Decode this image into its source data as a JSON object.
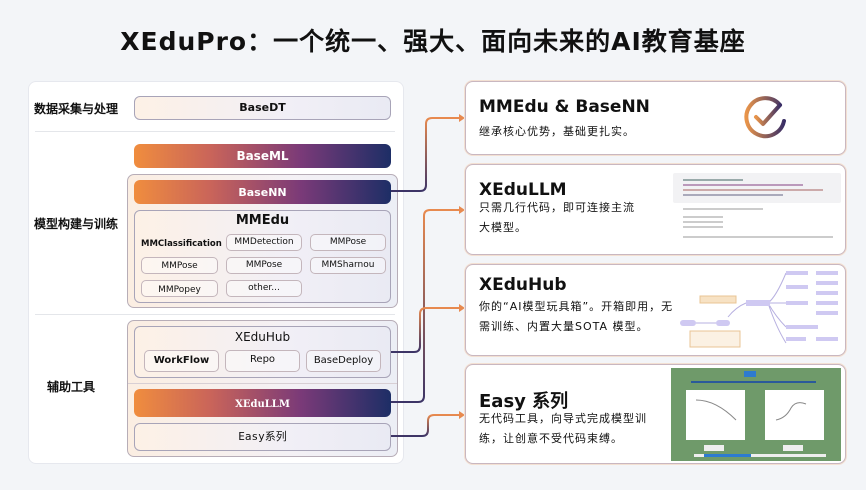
{
  "title": "XEduPro：一个统一、强大、面向未来的AI教育基座",
  "sections": {
    "data": "数据采集与处理",
    "model": "模型构建与训练",
    "tools": "辅助工具"
  },
  "basedt": "BaseDT",
  "baseml": "BaseML",
  "basenn": "BaseNN",
  "mmedu": {
    "title": "MMEdu",
    "chips": [
      "MMClassification",
      "MMDetection",
      "MMPose",
      "MMPose",
      "MMPose",
      "MMSharnou",
      "MMPopey",
      "other..."
    ]
  },
  "xeduhub": {
    "title": "XEduHub",
    "chips": [
      "WorkFlow",
      "Repo",
      "BaseDeploy"
    ]
  },
  "xedullm": "XEduLLM",
  "easy": "Easy系列",
  "cards": [
    {
      "title": "MMEdu  & BaseNN",
      "desc": "继承核心优势，基础更扎实。",
      "image": "check-circle-icon"
    },
    {
      "title": "XEduLLM",
      "desc": "只需几行代码，即可连接主流大模型。",
      "image": "code-screenshot"
    },
    {
      "title": "XEduHub",
      "desc": "你的“AI模型玩具箱”。开箱即用，无需训练、内置大量SOTA 模型。",
      "image": "mindmap-screenshot"
    },
    {
      "title": "Easy 系列",
      "desc": "无代码工具，向导式完成模型训练，让创意不受代码束缚。",
      "image": "app-screenshot"
    }
  ],
  "colors": {
    "orange": "#f08d3e",
    "purple": "#7a3a78",
    "navy": "#1d2e66",
    "app_green": "#6f9a6a"
  }
}
